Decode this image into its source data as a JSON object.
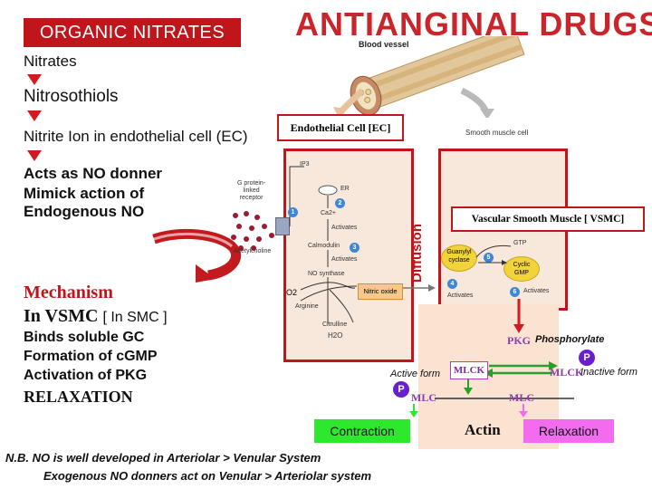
{
  "header": {
    "banner": "ORGANIC NITRATES",
    "title": "ANTIANGINAL DRUGS",
    "blood_vessel_label": "Blood vessel"
  },
  "pathway": [
    "Nitrates",
    "Nitrosothiols",
    "Nitrite Ion in endothelial cell (EC)"
  ],
  "no_effects": [
    "Acts as NO donner",
    "Mimick action of",
    "Endogenous NO"
  ],
  "mechanism": {
    "title": "Mechanism",
    "in_vsmc": "In VSMC",
    "in_smc": "[ In SMC ]",
    "lines": [
      "Binds soluble GC",
      "Formation of cGMP",
      "Activation of PKG"
    ],
    "result": "RELAXATION"
  },
  "notes": [
    "N.B. NO is well developed in Arteriolar > Venular System",
    "Exogenous NO donners act on Venular > Arteriolar system"
  ],
  "diagram": {
    "endothelial_cell": "Endothelial Cell [EC]",
    "smooth_muscle_cell": "Smooth muscle cell",
    "vsmc": "Vascular Smooth Muscle [ VSMC]",
    "diffusion": "Diffusion",
    "receptor": [
      "G protein-",
      "linked",
      "receptor"
    ],
    "acetylcholine": "Acetylcholine",
    "ip3": "IP3",
    "er": "ER",
    "ca": "Ca2+",
    "activates": "Activates",
    "calmodulin": "Calmodulin",
    "no_synthase": "NO synthase",
    "o2": "O2",
    "arginine": "Arginine",
    "citrulline": "Citrulline",
    "h2o": "H2O",
    "nitric_oxide": "Nitric oxide",
    "guanylyl_cyclase": [
      "Guanylyl",
      "cyclase"
    ],
    "gtp": "GTP",
    "cyclic_gmp": [
      "Cyclic",
      "GMP"
    ],
    "numbers": [
      "1",
      "2",
      "3",
      "4",
      "5",
      "6"
    ],
    "pkg": "PKG",
    "phosphorylate": "Phosphorylate",
    "mlck": "MLCK",
    "active_form": "Active form",
    "inactive_form": "Inactive form",
    "mlc": "MLC",
    "p": "P",
    "contraction": "Contraction",
    "relaxation": "Relaxation",
    "actin": "Actin"
  },
  "colors": {
    "accent_red": "#c0151a",
    "contraction_green": "#2ee82e",
    "relaxation_pink": "#f36cf0",
    "purple": "#6a1fcf"
  }
}
